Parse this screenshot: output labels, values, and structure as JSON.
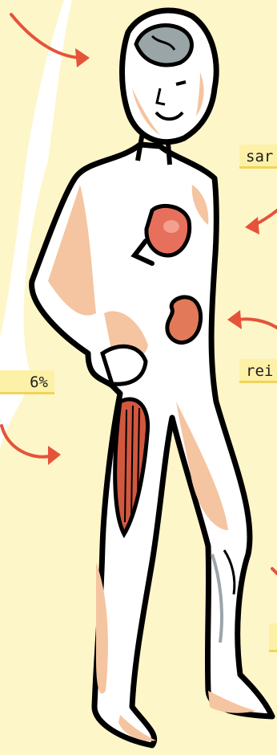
{
  "labels": {
    "blood": "sar",
    "kidneys": "rei",
    "percent": "6%"
  },
  "colors": {
    "background_glow": "#fdf6c8",
    "label_fill": "#fdf1a8",
    "arrow": "#e5533a",
    "skin": "#f5c4a0",
    "heart": "#e6705c",
    "kidney": "#e27a5a",
    "muscle": "#d2573f",
    "hair": "#9aa5a8",
    "outline": "#000000"
  },
  "icons": [
    "arrow-icon",
    "heart-icon",
    "kidney-icon",
    "muscle-icon",
    "brain-icon"
  ]
}
